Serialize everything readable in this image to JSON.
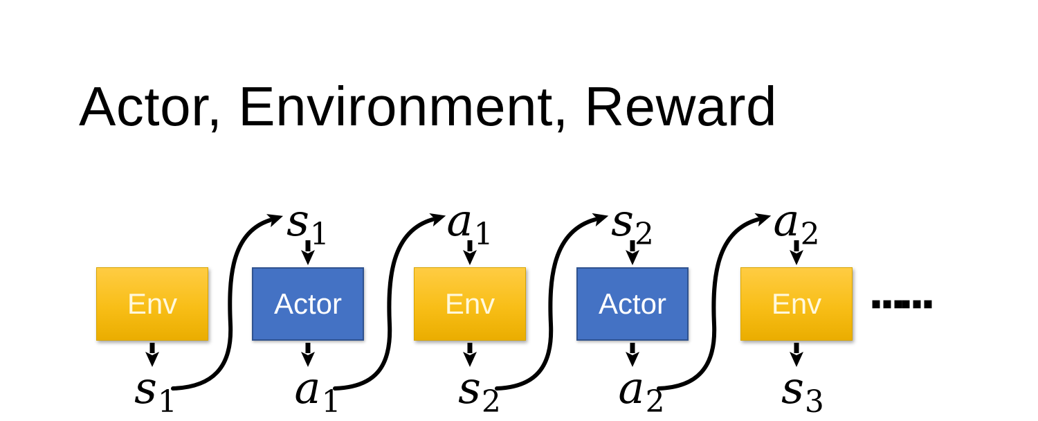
{
  "slide": {
    "title": "Actor, Environment, Reward"
  },
  "colors": {
    "ink": "#000000",
    "env_fill_top": "#FFCC43",
    "env_fill_mid": "#F8BE17",
    "env_fill_bottom": "#EAAD00",
    "env_border": "#D6A300",
    "env_text": "#FFF8DC",
    "actor_fill": "#4472C4",
    "actor_border": "#2F528F",
    "actor_text": "#FFFFFF"
  },
  "diagram": {
    "boxes": [
      {
        "id": "env-1",
        "label": "Env",
        "bottom_label": {
          "base": "s",
          "sub": "1"
        }
      },
      {
        "id": "actor-1",
        "label": "Actor",
        "top_label": {
          "base": "s",
          "sub": "1"
        },
        "bottom_label": {
          "base": "a",
          "sub": "1"
        }
      },
      {
        "id": "env-2",
        "label": "Env",
        "top_label": {
          "base": "a",
          "sub": "1"
        },
        "bottom_label": {
          "base": "s",
          "sub": "2"
        }
      },
      {
        "id": "actor-2",
        "label": "Actor",
        "top_label": {
          "base": "s",
          "sub": "2"
        },
        "bottom_label": {
          "base": "a",
          "sub": "2"
        }
      },
      {
        "id": "env-3",
        "label": "Env",
        "top_label": {
          "base": "a",
          "sub": "2"
        },
        "bottom_label": {
          "base": "s",
          "sub": "3"
        }
      }
    ],
    "ellipsis": "……"
  }
}
